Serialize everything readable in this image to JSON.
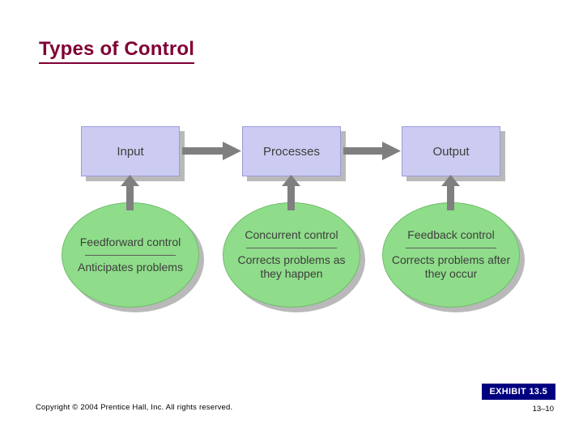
{
  "slide": {
    "title": "Types of Control",
    "footer": {
      "copyright": "Copyright © 2004 Prentice Hall, Inc. All rights reserved.",
      "exhibit": "EXHIBIT 13.5",
      "page_number": "13–10"
    }
  },
  "diagram": {
    "type": "process-flow",
    "boxes": [
      {
        "label": "Input"
      },
      {
        "label": "Processes"
      },
      {
        "label": "Output"
      }
    ],
    "ellipses": [
      {
        "title": "Feedforward control",
        "detail": "Anticipates problems"
      },
      {
        "title": "Concurrent control",
        "detail": "Corrects problems as they happen"
      },
      {
        "title": "Feedback control",
        "detail": "Corrects problems after they occur"
      }
    ],
    "colors": {
      "box_fill": "#ccccf2",
      "ellipse_fill": "#8fdd8a",
      "arrow": "#7f7f7f",
      "title": "#800033",
      "badge": "#000080"
    }
  }
}
